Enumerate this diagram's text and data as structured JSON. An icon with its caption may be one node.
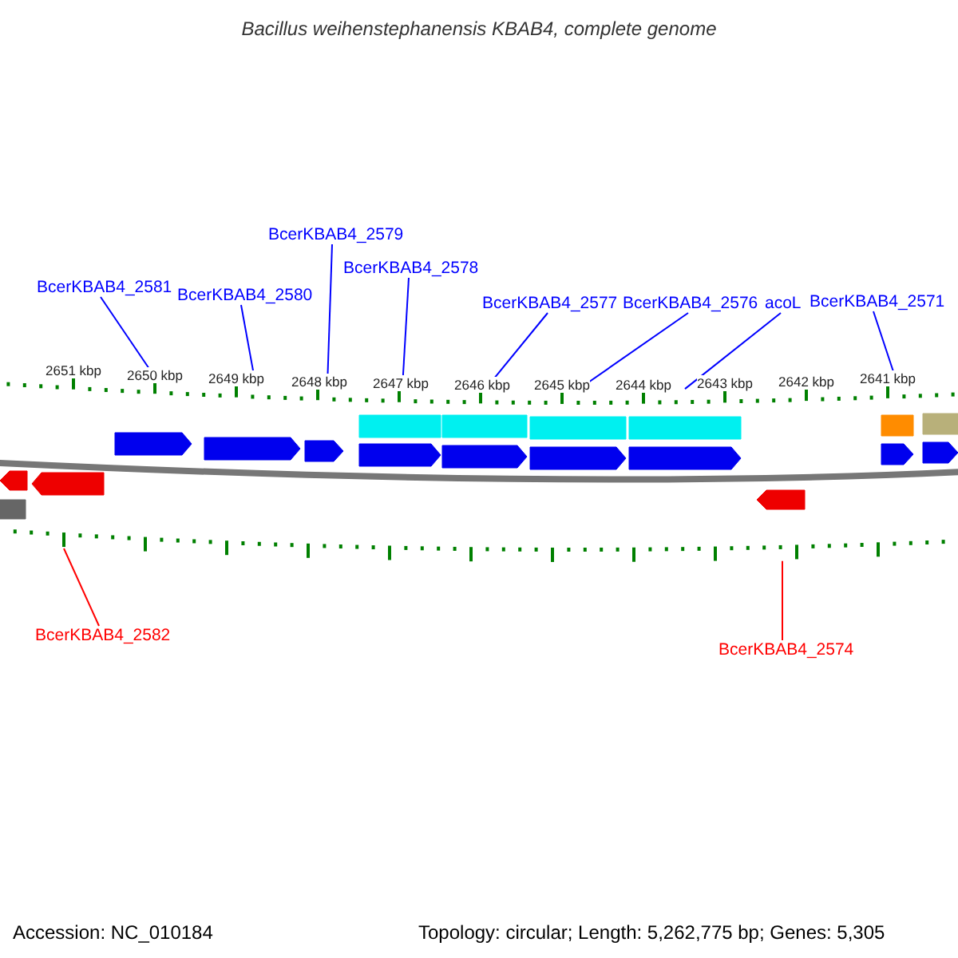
{
  "diagram": {
    "title": "Bacillus weihenstephanensis KBAB4, complete genome",
    "nodes": [
      {
        "text": [
          "BcerKBAB4_2581"
        ]
      },
      {
        "text": [
          "BcerKBAB4_2580"
        ]
      },
      {
        "text": [
          "BcerKBAB4_2579"
        ]
      },
      {
        "text": [
          "BcerKBAB4_2578"
        ]
      },
      {
        "text": [
          "BcerKBAB4_2577"
        ]
      },
      {
        "text": [
          "BcerKBAB4_2576"
        ]
      },
      {
        "text": [
          "acoL"
        ]
      },
      {
        "text": [
          "BcerKBAB4_2571"
        ]
      },
      {
        "text": [
          "BcerKBAB4_2582"
        ]
      },
      {
        "text": [
          "BcerKBAB4_2574"
        ]
      },
      {
        "text": [],
        "shape": "ruler"
      },
      {
        "text": [],
        "shape": "ruler"
      }
    ],
    "edges": [
      {
        "from": 0,
        "to": 10,
        "arrow": "none"
      },
      {
        "from": 1,
        "to": 10,
        "arrow": "none"
      },
      {
        "from": 2,
        "to": 10,
        "arrow": "none"
      },
      {
        "from": 3,
        "to": 10,
        "arrow": "none"
      },
      {
        "from": 4,
        "to": 10,
        "arrow": "none"
      },
      {
        "from": 5,
        "to": 10,
        "arrow": "none"
      },
      {
        "from": 6,
        "to": 10,
        "arrow": "none"
      },
      {
        "from": 7,
        "to": 10,
        "arrow": "none"
      },
      {
        "from": 8,
        "to": 11,
        "arrow": "none",
        "color": "#ff0000"
      },
      {
        "from": 9,
        "to": 11,
        "arrow": "none",
        "color": "#ff0000"
      }
    ],
    "labels": [
      "2651 kbp",
      "2650 kbp",
      "2649 kbp",
      "2648 kbp",
      "2647 kbp",
      "2646 kbp",
      "2645 kbp",
      "2644 kbp",
      "2643 kbp",
      "2642 kbp",
      "2641 kbp",
      "Accession: NC_010184",
      "Topology: circular; Length: 5,262,775 bp; Genes: 5,305"
    ]
  }
}
